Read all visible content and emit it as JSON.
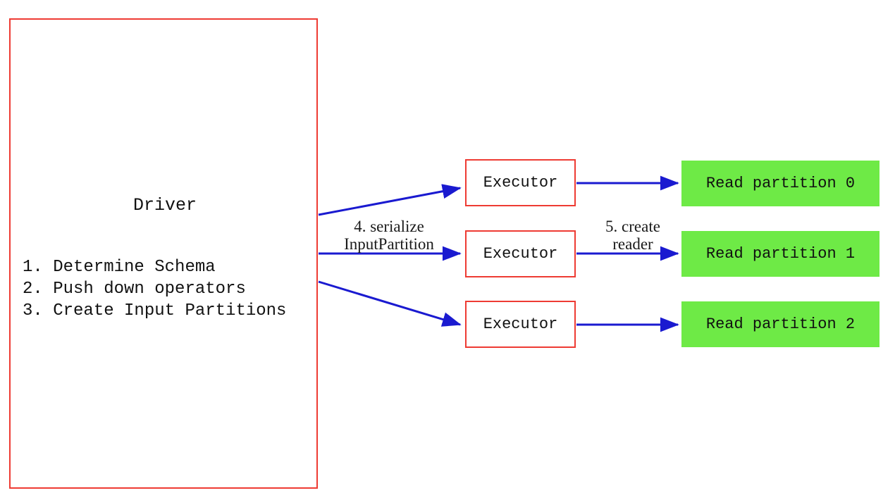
{
  "diagram": {
    "title_hidden": "",
    "driver": {
      "name": "Driver",
      "steps": "1. Determine Schema\n2. Push down operators\n3. Create Input Partitions",
      "border_color": "#ee3b33"
    },
    "executors": [
      {
        "label": "Executor"
      },
      {
        "label": "Executor"
      },
      {
        "label": "Executor"
      }
    ],
    "partitions": [
      {
        "label": "Read partition 0",
        "fill": "#6eea46"
      },
      {
        "label": "Read partition 1",
        "fill": "#6eea46"
      },
      {
        "label": "Read partition 2",
        "fill": "#6eea46"
      }
    ],
    "edge_labels": {
      "driver_to_executor": "4. serialize\nInputPartition",
      "executor_to_partition": "5. create\nreader"
    },
    "colors": {
      "arrow": "#1a1ad0",
      "box_border": "#ee3b33",
      "partition_fill": "#6eea46",
      "background": "#ffffff",
      "text": "#111111"
    }
  }
}
